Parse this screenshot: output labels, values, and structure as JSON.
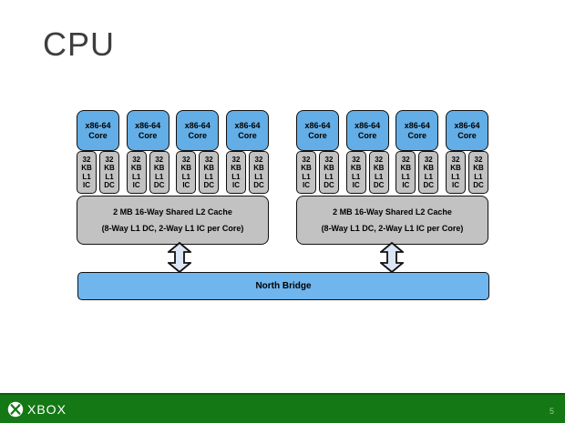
{
  "slide": {
    "title": "CPU",
    "page_number": "5"
  },
  "footer": {
    "brand": "XBOX"
  },
  "north_bridge": {
    "label": "North Bridge"
  },
  "colors": {
    "core_blue": "#63aee6",
    "cache_gray": "#c2c2c2",
    "bridge_blue": "#6fb5ee",
    "arrow_fill": "#dce6f4",
    "xbox_green": "#147814",
    "footer_top_line": "#0b5e0b",
    "title_gray": "#3e3e3e"
  },
  "clusters": [
    {
      "cores": [
        {
          "label": [
            "x86-64",
            "Core"
          ],
          "l1": [
            [
              "32",
              "KB",
              "L1",
              "IC"
            ],
            [
              "32",
              "KB",
              "L1",
              "DC"
            ]
          ]
        },
        {
          "label": [
            "x86-64",
            "Core"
          ],
          "l1": [
            [
              "32",
              "KB",
              "L1",
              "IC"
            ],
            [
              "32",
              "KB",
              "L1",
              "DC"
            ]
          ]
        },
        {
          "label": [
            "x86-64",
            "Core"
          ],
          "l1": [
            [
              "32",
              "KB",
              "L1",
              "IC"
            ],
            [
              "32",
              "KB",
              "L1",
              "DC"
            ]
          ]
        },
        {
          "label": [
            "x86-64",
            "Core"
          ],
          "l1": [
            [
              "32",
              "KB",
              "L1",
              "IC"
            ],
            [
              "32",
              "KB",
              "L1",
              "DC"
            ]
          ]
        }
      ],
      "l2_lines": [
        "2 MB 16-Way Shared L2 Cache",
        "(8-Way L1 DC, 2-Way L1 IC per Core)"
      ]
    },
    {
      "cores": [
        {
          "label": [
            "x86-64",
            "Core"
          ],
          "l1": [
            [
              "32",
              "KB",
              "L1",
              "IC"
            ],
            [
              "32",
              "KB",
              "L1",
              "DC"
            ]
          ]
        },
        {
          "label": [
            "x86-64",
            "Core"
          ],
          "l1": [
            [
              "32",
              "KB",
              "L1",
              "IC"
            ],
            [
              "32",
              "KB",
              "L1",
              "DC"
            ]
          ]
        },
        {
          "label": [
            "x86-64",
            "Core"
          ],
          "l1": [
            [
              "32",
              "KB",
              "L1",
              "IC"
            ],
            [
              "32",
              "KB",
              "L1",
              "DC"
            ]
          ]
        },
        {
          "label": [
            "x86-64",
            "Core"
          ],
          "l1": [
            [
              "32",
              "KB",
              "L1",
              "IC"
            ],
            [
              "32",
              "KB",
              "L1",
              "DC"
            ]
          ]
        }
      ],
      "l2_lines": [
        "2 MB 16-Way Shared L2 Cache",
        "(8-Way L1 DC, 2-Way L1 IC per Core)"
      ]
    }
  ]
}
